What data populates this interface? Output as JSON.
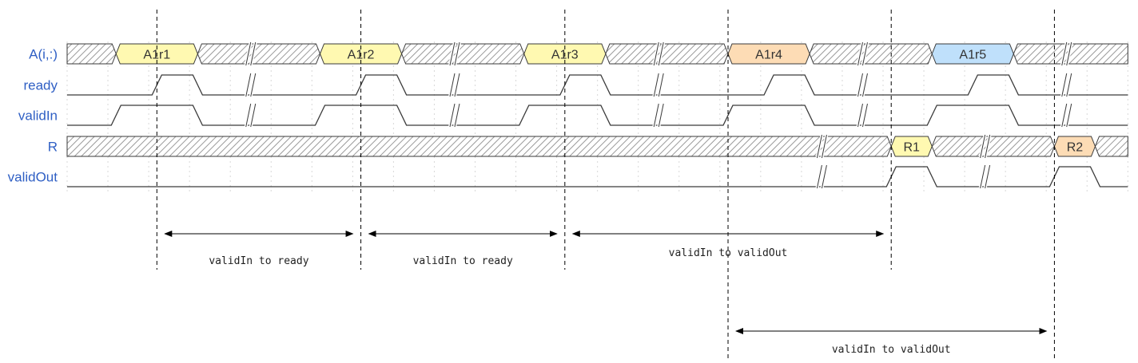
{
  "diagram": {
    "type": "timing-diagram",
    "time_units": 26,
    "signals": [
      {
        "name": "A(i,:)",
        "kind": "bus",
        "segments": [
          {
            "from": 0,
            "to": 1.2,
            "value": null
          },
          {
            "from": 1.2,
            "to": 3.2,
            "value": "A1r1",
            "color": "#fff9b1"
          },
          {
            "from": 3.2,
            "to": 6.2,
            "value": null,
            "gap": 4.5
          },
          {
            "from": 6.2,
            "to": 8.2,
            "value": "A1r2",
            "color": "#fff9b1"
          },
          {
            "from": 8.2,
            "to": 11.2,
            "value": null,
            "gap": 9.5
          },
          {
            "from": 11.2,
            "to": 13.2,
            "value": "A1r3",
            "color": "#fff9b1"
          },
          {
            "from": 13.2,
            "to": 16.2,
            "value": null,
            "gap": 14.5
          },
          {
            "from": 16.2,
            "to": 18.2,
            "value": "A1r4",
            "color": "#fddcb5"
          },
          {
            "from": 18.2,
            "to": 21.2,
            "value": null,
            "gap": 19.5
          },
          {
            "from": 21.2,
            "to": 23.2,
            "value": "A1r5",
            "color": "#bfe0fb"
          },
          {
            "from": 23.2,
            "to": 26,
            "value": null,
            "gap": 24.5
          }
        ]
      },
      {
        "name": "ready",
        "kind": "wire",
        "pulses": [
          [
            2.2,
            3.2
          ],
          [
            7.2,
            8.2
          ],
          [
            12.2,
            13.2
          ],
          [
            17.2,
            18.2
          ],
          [
            22.2,
            23.2
          ]
        ],
        "gaps": [
          4.5,
          9.5,
          14.5,
          19.5,
          24.5
        ]
      },
      {
        "name": "validIn",
        "kind": "wire",
        "pulses": [
          [
            1.2,
            3.2
          ],
          [
            6.2,
            8.2
          ],
          [
            11.2,
            13.2
          ],
          [
            16.2,
            18.2
          ],
          [
            21.2,
            23.2
          ]
        ],
        "gaps": [
          4.5,
          9.5,
          14.5,
          19.5,
          24.5
        ]
      },
      {
        "name": "R",
        "kind": "bus",
        "segments": [
          {
            "from": 0,
            "to": 20.2,
            "value": null,
            "gap": 18.5
          },
          {
            "from": 20.2,
            "to": 21.2,
            "value": "R1",
            "color": "#fff9b1"
          },
          {
            "from": 21.2,
            "to": 24.2,
            "value": null,
            "gap": 22.5
          },
          {
            "from": 24.2,
            "to": 25.2,
            "value": "R2",
            "color": "#fddcb5"
          },
          {
            "from": 25.2,
            "to": 26,
            "value": null
          }
        ]
      },
      {
        "name": "validOut",
        "kind": "wire",
        "pulses": [
          [
            20.2,
            21.2
          ],
          [
            24.2,
            25.2
          ]
        ],
        "gaps": [
          18.5,
          22.5
        ]
      }
    ],
    "markers": [
      {
        "t": 2.2,
        "extent": "short"
      },
      {
        "t": 7.2,
        "extent": "short"
      },
      {
        "t": 12.2,
        "extent": "short"
      },
      {
        "t": 16.2,
        "extent": "long"
      },
      {
        "t": 20.2,
        "extent": "short"
      },
      {
        "t": 24.2,
        "extent": "long"
      }
    ],
    "annotations": [
      {
        "from": 2.2,
        "to": 7.2,
        "label": "validIn to ready",
        "level": 1
      },
      {
        "from": 7.2,
        "to": 12.2,
        "label": "validIn to ready",
        "level": 1
      },
      {
        "from": 12.2,
        "to": 20.2,
        "label": "validIn to validOut",
        "level": 1
      },
      {
        "from": 16.2,
        "to": 24.2,
        "label": "validIn to validOut",
        "level": 2
      }
    ],
    "colors": {
      "label": "#2f5fc4",
      "line": "#3a3a3a",
      "hatch": "#9a9a9a",
      "grid": "#d8d8d8",
      "marker": "#000000"
    }
  }
}
